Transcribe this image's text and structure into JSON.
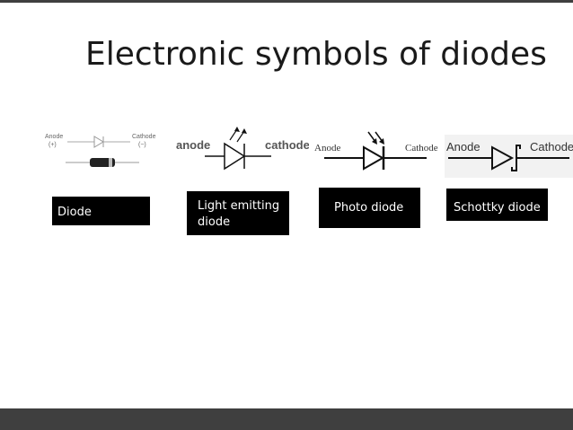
{
  "slide": {
    "title": "Electronic symbols of diodes"
  },
  "symbols": [
    {
      "caption": "Diode",
      "anode_text": "Anode",
      "anode_sign": "(+)",
      "cathode_text": "Cathode",
      "cathode_sign": "(−)"
    },
    {
      "caption": "Light emitting diode",
      "caption_line1": "Light emitting",
      "caption_line2": "diode",
      "anode_text": "anode",
      "cathode_text": "cathode"
    },
    {
      "caption": "Photo diode",
      "anode_text": "Anode",
      "cathode_text": "Cathode"
    },
    {
      "caption": "Schottky diode",
      "anode_text": "Anode",
      "cathode_text": "Cathode"
    }
  ],
  "colors": {
    "bar": "#3f3f3f",
    "label_bg": "#000000",
    "label_text": "#ffffff",
    "symbol_ink": "#111111"
  }
}
